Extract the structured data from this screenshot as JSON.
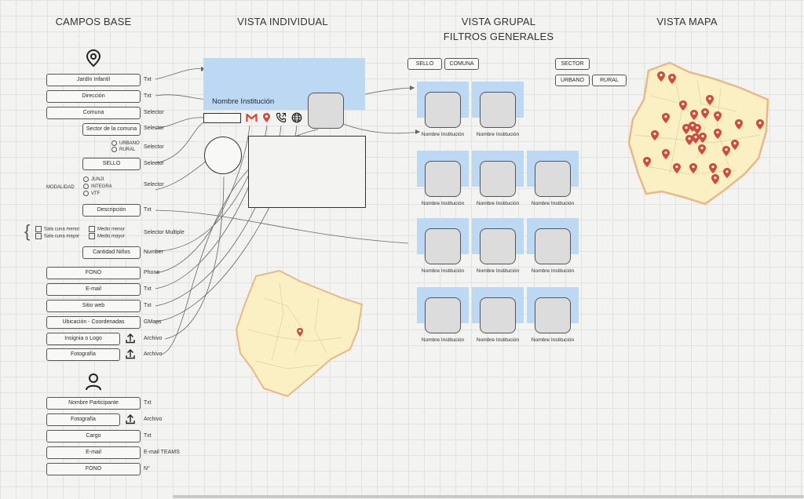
{
  "headings": {
    "campos_base": "CAMPOS BASE",
    "vista_individual": "VISTA INDIVIDUAL",
    "vista_grupal": "VISTA GRUPAL",
    "filtros_generales": "FILTROS GENERALES",
    "vista_mapa": "VISTA MAPA"
  },
  "institution_fields": [
    {
      "label": "Jardín Infantil",
      "type": "Txt"
    },
    {
      "label": "Dirección",
      "type": "Txt"
    },
    {
      "label": "Comuna",
      "type": "Selector"
    },
    {
      "label": "Sector de la comuna",
      "type": "Selector"
    },
    {
      "label": "",
      "type": "Selector"
    },
    {
      "label": "SELLO",
      "type": "Selector"
    },
    {
      "label": "",
      "type": "Selector"
    },
    {
      "label": "Descripción",
      "type": "Txt"
    },
    {
      "label": "",
      "type": "Selector Multiple"
    },
    {
      "label": "Cantidad Niños",
      "type": "Number"
    },
    {
      "label": "FONO",
      "type": "Phone"
    },
    {
      "label": "E-mail",
      "type": "Txt"
    },
    {
      "label": "Sitio web",
      "type": "Txt"
    },
    {
      "label": "Ubicación - Coordenadas",
      "type": "GMaps"
    },
    {
      "label": "Insignia o Logo",
      "type": "Archivo"
    },
    {
      "label": "Fotografía",
      "type": "Archivo"
    }
  ],
  "sector_options": [
    "URBANO",
    "RURAL"
  ],
  "modalidad": {
    "label": "MODALIDAD",
    "options": [
      "JUNJI",
      "INTEGRA",
      "VTF"
    ]
  },
  "niveles": [
    "Sala cuna menor",
    "Sala cuna mayor",
    "Medio menor",
    "Medio mayor"
  ],
  "participant_fields": [
    {
      "label": "Nombre Participante",
      "type": "Txt"
    },
    {
      "label": "Fotografía",
      "type": "Archivo"
    },
    {
      "label": "Cargo",
      "type": "Txt"
    },
    {
      "label": "E-mail",
      "type": "E-mail TEAMS"
    },
    {
      "label": "FONO",
      "type": "N°"
    }
  ],
  "individual": {
    "institution_name": "Nombre Institución",
    "icons": [
      "gmail-icon",
      "location-pin-icon",
      "phone-icon",
      "globe-icon"
    ]
  },
  "filters": {
    "row1": [
      "SELLO",
      "COMUNA"
    ],
    "sector": "SECTOR",
    "sector_options": [
      "URBANO",
      "RURAL"
    ]
  },
  "grupal": {
    "card_label": "Nombre Institución",
    "rows": [
      2,
      3,
      3,
      3
    ]
  },
  "colors": {
    "header_blue": "#bcd8f2",
    "map_fill": "#faf0c3",
    "map_border": "#e7b88a",
    "pin": "#cf4b3a",
    "gmail_red": "#d44638"
  }
}
